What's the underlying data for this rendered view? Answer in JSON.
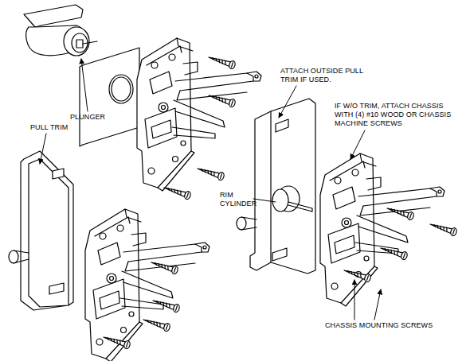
{
  "diagram": {
    "labels": [
      "PLUNGER",
      "PULL TRIM",
      "ATTACH OUTSIDE PULL TRIM IF USED.",
      "IF W/O TRIM, ATTACH CHASSIS WITH (4) #10 WOOD OR CHASSIS MACHINE SCREWS",
      "RIM CYLINDER",
      "CHASSIS MOUNTING SCREWS"
    ]
  }
}
